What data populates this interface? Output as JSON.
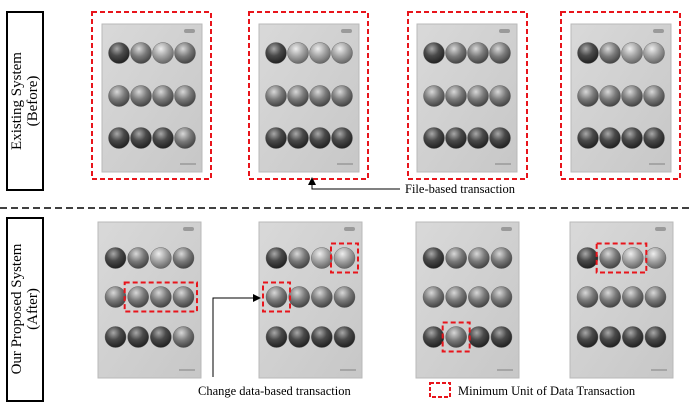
{
  "sections": {
    "before": {
      "label_line1": "Existing System",
      "label_line2": "(Before)",
      "annotation": "File-based transaction"
    },
    "after": {
      "label_line1": "Our Proposed System",
      "label_line2": "(After)",
      "annotation": "Change data-based transaction"
    }
  },
  "legend": {
    "label": "Minimum Unit of  Data Transaction"
  },
  "grid": {
    "rows": 3,
    "cols": 4
  },
  "panels": {
    "before": [
      [
        [
          1,
          2,
          3,
          2
        ],
        [
          2,
          2,
          2,
          2
        ],
        [
          1,
          1,
          1,
          2
        ]
      ],
      [
        [
          1,
          3,
          3,
          3
        ],
        [
          2,
          2,
          2,
          2
        ],
        [
          1,
          1,
          1,
          1
        ]
      ],
      [
        [
          1,
          2,
          2,
          2
        ],
        [
          2,
          2,
          2,
          2
        ],
        [
          1,
          1,
          1,
          1
        ]
      ],
      [
        [
          1,
          2,
          3,
          3
        ],
        [
          2,
          2,
          2,
          2
        ],
        [
          1,
          1,
          1,
          1
        ]
      ]
    ],
    "after": [
      [
        [
          1,
          2,
          3,
          2
        ],
        [
          2,
          2,
          2,
          2
        ],
        [
          1,
          1,
          1,
          2
        ]
      ],
      [
        [
          1,
          2,
          3,
          3
        ],
        [
          2,
          2,
          2,
          2
        ],
        [
          1,
          1,
          1,
          1
        ]
      ],
      [
        [
          1,
          2,
          2,
          2
        ],
        [
          2,
          2,
          2,
          2
        ],
        [
          1,
          2,
          1,
          1
        ]
      ],
      [
        [
          1,
          2,
          3,
          3
        ],
        [
          2,
          2,
          2,
          2
        ],
        [
          1,
          1,
          1,
          1
        ]
      ]
    ]
  },
  "highlights": {
    "after": [
      {
        "panel": 0,
        "row": 1,
        "from_col": 1,
        "to_col": 3
      },
      {
        "panel": 1,
        "row": 0,
        "from_col": 3,
        "to_col": 3
      },
      {
        "panel": 1,
        "row": 1,
        "from_col": 0,
        "to_col": 0
      },
      {
        "panel": 2,
        "row": 2,
        "from_col": 1,
        "to_col": 1
      },
      {
        "panel": 3,
        "row": 0,
        "from_col": 1,
        "to_col": 2
      }
    ]
  },
  "colors": {
    "highlight": "#e8141b",
    "panel_fill": "#cfcfcf",
    "panel_stroke": "#b9b9b9",
    "side_box_stroke": "#000000"
  }
}
